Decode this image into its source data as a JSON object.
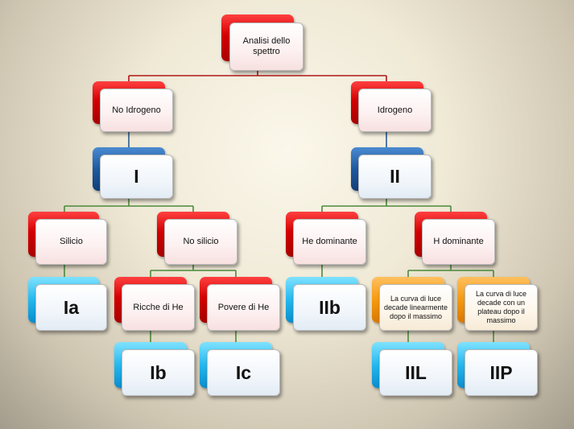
{
  "diagram": {
    "root": {
      "label": "Analisi dello spettro"
    },
    "no_hydrogen": {
      "label": "No Idrogeno"
    },
    "hydrogen": {
      "label": "Idrogeno"
    },
    "type_i": {
      "label": "I"
    },
    "type_ii": {
      "label": "II"
    },
    "silicon": {
      "label": "Silicio"
    },
    "no_silicon": {
      "label": "No silicio"
    },
    "he_dominant": {
      "label": "He dominante"
    },
    "h_dominant": {
      "label": "H dominante"
    },
    "type_ia": {
      "label": "Ia"
    },
    "he_rich": {
      "label": "Ricche di He"
    },
    "he_poor": {
      "label": "Povere di He"
    },
    "type_iib": {
      "label": "IIb"
    },
    "linear_decay": {
      "label": "La curva di luce decade linearmente dopo il massimo"
    },
    "plateau_decay": {
      "label": "La curva di luce decade con un plateau dopo il massimo"
    },
    "type_ib": {
      "label": "Ib"
    },
    "type_ic": {
      "label": "Ic"
    },
    "type_iil": {
      "label": "IIL"
    },
    "type_iip": {
      "label": "IIP"
    }
  },
  "colors": {
    "red": "#d40000",
    "dark_blue": "#1e5aa0",
    "cyan": "#25b8ee",
    "orange": "#f59a10",
    "red_connector": "#b01818",
    "green_connector": "#4a8a3a",
    "blue_connector": "#2a5c95"
  }
}
